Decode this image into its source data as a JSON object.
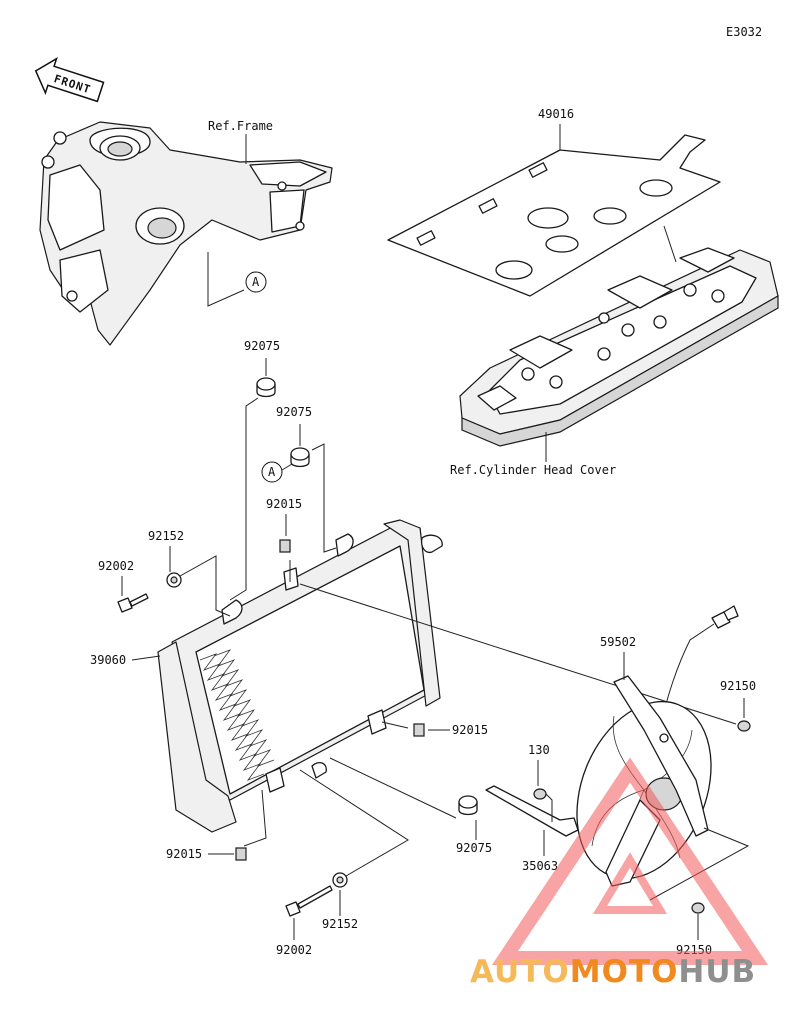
{
  "diagram": {
    "code": "E3032",
    "front": "FRONT",
    "refs": {
      "frame": "Ref.Frame",
      "head_cover": "Ref.Cylinder Head Cover"
    },
    "marker": "A",
    "parts": {
      "p49016": "49016",
      "p92075_a": "92075",
      "p92075_b": "92075",
      "p92075_c": "92075",
      "p92015_a": "92015",
      "p92015_b": "92015",
      "p92015_c": "92015",
      "p92152_a": "92152",
      "p92152_b": "92152",
      "p92002_a": "92002",
      "p92002_b": "92002",
      "p39060": "39060",
      "p59502": "59502",
      "p92150_a": "92150",
      "p92150_b": "92150",
      "p130": "130",
      "p35063": "35063"
    }
  },
  "watermark": {
    "part1": "AUTO",
    "part2": "MOTO",
    "part3": "HUB",
    "color_light": "#f5b95a",
    "color_orange": "#f08a1f",
    "color_gray": "#8f8f8f",
    "triangle_color": "#f25a5a"
  }
}
